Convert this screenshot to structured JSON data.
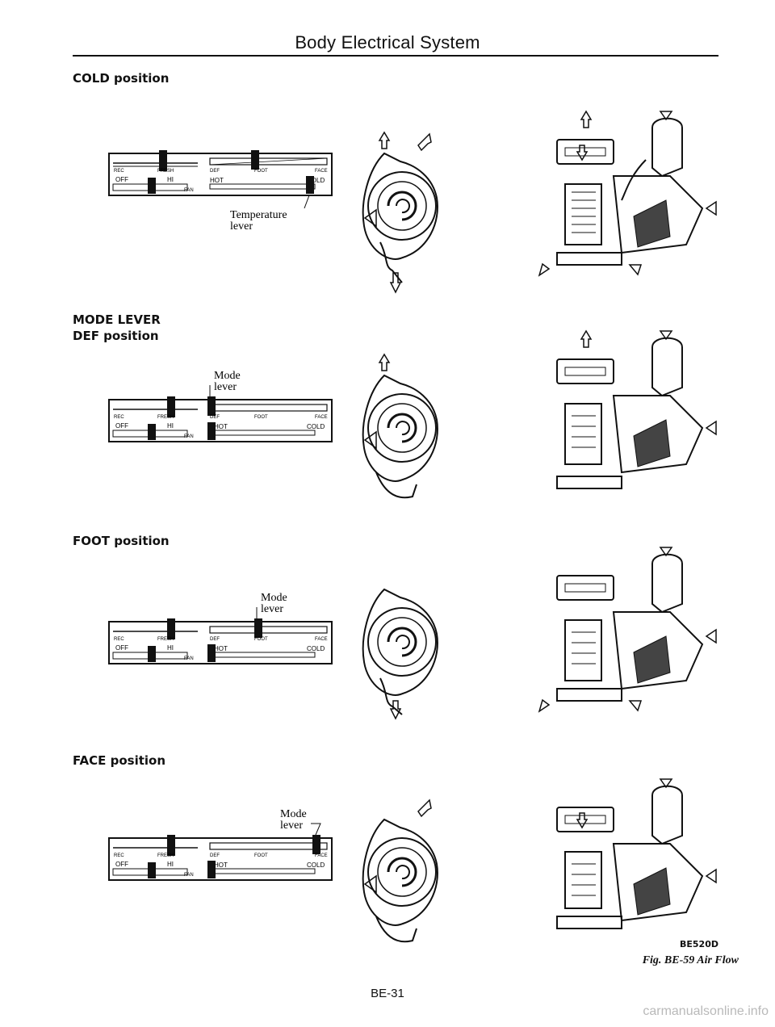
{
  "header": {
    "title": "Body Electrical System"
  },
  "sections": [
    {
      "label": "COLD position"
    },
    {
      "label": "MODE LEVER"
    },
    {
      "label": "DEF position"
    },
    {
      "label": "FOOT position"
    },
    {
      "label": "FACE position"
    }
  ],
  "panel": {
    "rec": "REC",
    "fresh": "FRESH",
    "off": "OFF",
    "hi": "HI",
    "fan": "FAN",
    "def": "DEF",
    "foot": "FOOT",
    "face": "FACE",
    "hot": "HOT",
    "cold": "COLD"
  },
  "callouts": {
    "temperature_lever_line1": "Temperature",
    "temperature_lever_line2": "lever",
    "mode_lever_line1": "Mode",
    "mode_lever_line2": "lever"
  },
  "figure": {
    "code": "BE520D",
    "caption": "Fig. BE-59 Air Flow"
  },
  "page_number": "BE-31",
  "watermark": "carmanualsonline.info"
}
